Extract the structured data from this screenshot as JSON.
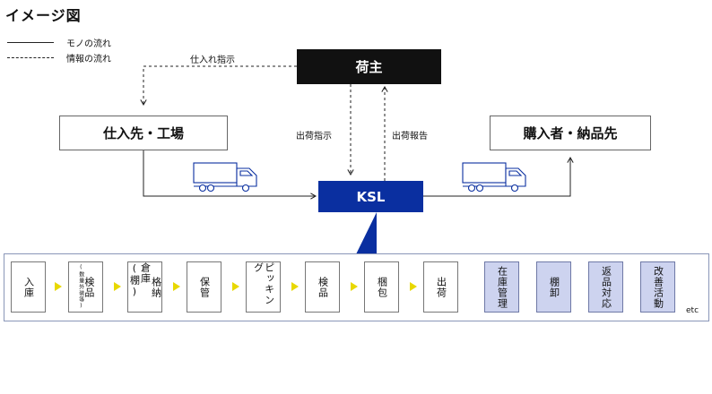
{
  "title": "イメージ図",
  "legend": {
    "goods_flow": "モノの流れ",
    "info_flow": "情報の流れ"
  },
  "nodes": {
    "shipper": "荷主",
    "supplier": "仕入先・工場",
    "ksl": "KSL",
    "buyer": "購入者・納品先"
  },
  "edge_labels": {
    "purchase_instruction": "仕入れ指示",
    "shipping_instruction": "出荷指示",
    "shipping_report": "出荷報告"
  },
  "process_steps": [
    "入庫",
    "検品",
    "倉庫(棚)格納",
    "保管",
    "ピッキング",
    "検品",
    "梱包",
    "出荷"
  ],
  "inspection_note": "(数量外装等)",
  "storage_lines": [
    "倉庫(棚)",
    "格納"
  ],
  "services": [
    "在庫管理",
    "棚卸",
    "返品対応",
    "改善活動"
  ],
  "etc": "etc",
  "colors": {
    "shipper_bg": "#111111",
    "ksl_bg": "#0a2fa0",
    "service_bg": "#cdd3ef",
    "arrow_yellow": "#e8d800"
  },
  "icons": [
    "truck-icon",
    "truck-icon"
  ]
}
